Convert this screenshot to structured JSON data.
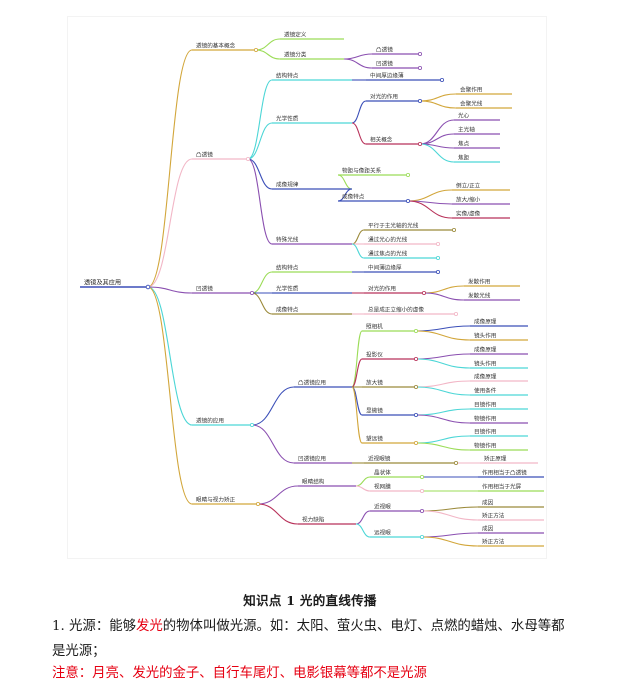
{
  "mindmap": {
    "root": "透镜及其应用",
    "nodes": [
      {
        "id": "n1",
        "label": "透镜的基本概念",
        "parent": "root",
        "color": "#d2a63a"
      },
      {
        "id": "n1a",
        "label": "透镜定义",
        "parent": "n1",
        "color": "#9bdc57"
      },
      {
        "id": "n1b",
        "label": "透镜分类",
        "parent": "n1",
        "color": "#9bdc57"
      },
      {
        "id": "n1b1",
        "label": "凸透镜",
        "parent": "n1b",
        "color": "#8a4fb0"
      },
      {
        "id": "n1b2",
        "label": "凹透镜",
        "parent": "n1b",
        "color": "#8a4fb0"
      },
      {
        "id": "n2",
        "label": "凸透镜",
        "parent": "root",
        "color": "#f2b6c6"
      },
      {
        "id": "n2a",
        "label": "结构特点",
        "parent": "n2",
        "color": "#4cd6d6"
      },
      {
        "id": "n2a1",
        "label": "中间厚边缘薄",
        "parent": "n2a",
        "color": "#3b4fb8"
      },
      {
        "id": "n2b",
        "label": "光学性质",
        "parent": "n2",
        "color": "#4cd6d6"
      },
      {
        "id": "n2b1",
        "label": "对光的作用",
        "parent": "n2b",
        "color": "#3b4fb8"
      },
      {
        "id": "n2b1a",
        "label": "会聚作用",
        "parent": "n2b1",
        "color": "#d2a63a"
      },
      {
        "id": "n2b1b",
        "label": "会聚光线",
        "parent": "n2b1",
        "color": "#d2a63a"
      },
      {
        "id": "n2b2",
        "label": "相关概念",
        "parent": "n2b",
        "color": "#b8325a"
      },
      {
        "id": "n2b2a",
        "label": "光心",
        "parent": "n2b2",
        "color": "#8a4fb0"
      },
      {
        "id": "n2b2b",
        "label": "主光轴",
        "parent": "n2b2",
        "color": "#8a4fb0"
      },
      {
        "id": "n2b2c",
        "label": "焦点",
        "parent": "n2b2",
        "color": "#8a4fb0"
      },
      {
        "id": "n2b2d",
        "label": "焦距",
        "parent": "n2b2",
        "color": "#4cd6d6"
      },
      {
        "id": "n2c",
        "label": "成像规律",
        "parent": "n2",
        "color": "#3b4fb8"
      },
      {
        "id": "n2c1",
        "label": "物距与像距关系",
        "parent": "n2c",
        "color": "#9bdc57"
      },
      {
        "id": "n2c2",
        "label": "成像特点",
        "parent": "n2c",
        "color": "#3b4fb8"
      },
      {
        "id": "n2c2a",
        "label": "倒立/正立",
        "parent": "n2c2",
        "color": "#d2a63a"
      },
      {
        "id": "n2c2b",
        "label": "放大/缩小",
        "parent": "n2c2",
        "color": "#8a4fb0"
      },
      {
        "id": "n2c2c",
        "label": "实像/虚像",
        "parent": "n2c2",
        "color": "#b8325a"
      },
      {
        "id": "n2d",
        "label": "特殊光线",
        "parent": "n2",
        "color": "#8a4fb0"
      },
      {
        "id": "n2d1",
        "label": "平行于主光轴的光线",
        "parent": "n2d",
        "color": "#9b8a3a"
      },
      {
        "id": "n2d2",
        "label": "通过光心的光线",
        "parent": "n2d",
        "color": "#f2b6c6"
      },
      {
        "id": "n2d3",
        "label": "通过焦点的光线",
        "parent": "n2d",
        "color": "#4cd6d6"
      },
      {
        "id": "n3",
        "label": "凹透镜",
        "parent": "root",
        "color": "#8a4fb0"
      },
      {
        "id": "n3a",
        "label": "结构特点",
        "parent": "n3",
        "color": "#9bdc57"
      },
      {
        "id": "n3a1",
        "label": "中间薄边缘厚",
        "parent": "n3a",
        "color": "#3b4fb8"
      },
      {
        "id": "n3b",
        "label": "光学性质",
        "parent": "n3",
        "color": "#3b4fb8"
      },
      {
        "id": "n3b1",
        "label": "对光的作用",
        "parent": "n3b",
        "color": "#b8325a"
      },
      {
        "id": "n3b1a",
        "label": "发散作用",
        "parent": "n3b1",
        "color": "#d2a63a"
      },
      {
        "id": "n3b1b",
        "label": "发散光线",
        "parent": "n3b1",
        "color": "#8a4fb0"
      },
      {
        "id": "n3c",
        "label": "成像特点",
        "parent": "n3",
        "color": "#9b8a3a"
      },
      {
        "id": "n3c1",
        "label": "总是成正立缩小的虚像",
        "parent": "n3c",
        "color": "#f2b6c6"
      },
      {
        "id": "n4",
        "label": "透镜的应用",
        "parent": "root",
        "color": "#4cd6d6"
      },
      {
        "id": "n4a",
        "label": "凸透镜应用",
        "parent": "n4",
        "color": "#3b4fb8"
      },
      {
        "id": "n4a1",
        "label": "照相机",
        "parent": "n4a",
        "color": "#9bdc57"
      },
      {
        "id": "n4a1a",
        "label": "成像原理",
        "parent": "n4a1",
        "color": "#3b4fb8"
      },
      {
        "id": "n4a1b",
        "label": "镜头作用",
        "parent": "n4a1",
        "color": "#d2a63a"
      },
      {
        "id": "n4a2",
        "label": "投影仪",
        "parent": "n4a",
        "color": "#b8325a"
      },
      {
        "id": "n4a2a",
        "label": "成像原理",
        "parent": "n4a2",
        "color": "#8a4fb0"
      },
      {
        "id": "n4a2b",
        "label": "镜头作用",
        "parent": "n4a2",
        "color": "#4cd6d6"
      },
      {
        "id": "n4a3",
        "label": "放大镜",
        "parent": "n4a",
        "color": "#9b8a3a"
      },
      {
        "id": "n4a3a",
        "label": "成像原理",
        "parent": "n4a3",
        "color": "#f2b6c6"
      },
      {
        "id": "n4a3b",
        "label": "使用条件",
        "parent": "n4a3",
        "color": "#4cd6d6"
      },
      {
        "id": "n4a4",
        "label": "显微镜",
        "parent": "n4a",
        "color": "#3b4fb8"
      },
      {
        "id": "n4a4a",
        "label": "目镜作用",
        "parent": "n4a4",
        "color": "#4cd6d6"
      },
      {
        "id": "n4a4b",
        "label": "物镜作用",
        "parent": "n4a4",
        "color": "#8a4fb0"
      },
      {
        "id": "n4a5",
        "label": "望远镜",
        "parent": "n4a",
        "color": "#d2a63a"
      },
      {
        "id": "n4a5a",
        "label": "目镜作用",
        "parent": "n4a5",
        "color": "#4cd6d6"
      },
      {
        "id": "n4a5b",
        "label": "物镜作用",
        "parent": "n4a5",
        "color": "#9bdc57"
      },
      {
        "id": "n4b",
        "label": "凹透镜应用",
        "parent": "n4",
        "color": "#8a4fb0"
      },
      {
        "id": "n4b1",
        "label": "近视眼镜",
        "parent": "n4b",
        "color": "#9b8a3a"
      },
      {
        "id": "n4b1a",
        "label": "矫正原理",
        "parent": "n4b1",
        "color": "#f2b6c6"
      },
      {
        "id": "n5",
        "label": "眼睛与视力矫正",
        "parent": "root",
        "color": "#d2a63a"
      },
      {
        "id": "n5a",
        "label": "眼睛结构",
        "parent": "n5",
        "color": "#8a4fb0"
      },
      {
        "id": "n5a1",
        "label": "晶状体",
        "parent": "n5a",
        "color": "#9bdc57"
      },
      {
        "id": "n5a1a",
        "label": "作用相当于凸透镜",
        "parent": "n5a1",
        "color": "#3b4fb8"
      },
      {
        "id": "n5a2",
        "label": "视网膜",
        "parent": "n5a",
        "color": "#f2b6c6"
      },
      {
        "id": "n5a2a",
        "label": "作用相当于光屏",
        "parent": "n5a2",
        "color": "#9bdc57"
      },
      {
        "id": "n5b",
        "label": "视力缺陷",
        "parent": "n5",
        "color": "#b8325a"
      },
      {
        "id": "n5b1",
        "label": "近视眼",
        "parent": "n5b",
        "color": "#8a4fb0"
      },
      {
        "id": "n5b1a",
        "label": "成因",
        "parent": "n5b1",
        "color": "#9b8a3a"
      },
      {
        "id": "n5b1b",
        "label": "矫正方法",
        "parent": "n5b1",
        "color": "#f2b6c6"
      },
      {
        "id": "n5b2",
        "label": "远视眼",
        "parent": "n5b",
        "color": "#4cd6d6"
      },
      {
        "id": "n5b2a",
        "label": "成因",
        "parent": "n5b2",
        "color": "#8a4fb0"
      },
      {
        "id": "n5b2b",
        "label": "矫正方法",
        "parent": "n5b2",
        "color": "#d2a63a"
      }
    ]
  },
  "section": {
    "title": "知识点 1   光的直线传播",
    "para_prefix": "1. 光源：能够",
    "para_highlight": "发光",
    "para_suffix": "的物体叫做光源。如：太阳、萤火虫、电灯、点燃的蜡烛、水母等都是光源；",
    "note": "注意：月亮、发光的金子、自行车尾灯、电影银幕等都不是光源"
  },
  "colors": {
    "highlight": "#e60012",
    "text": "#1a1a1a"
  }
}
